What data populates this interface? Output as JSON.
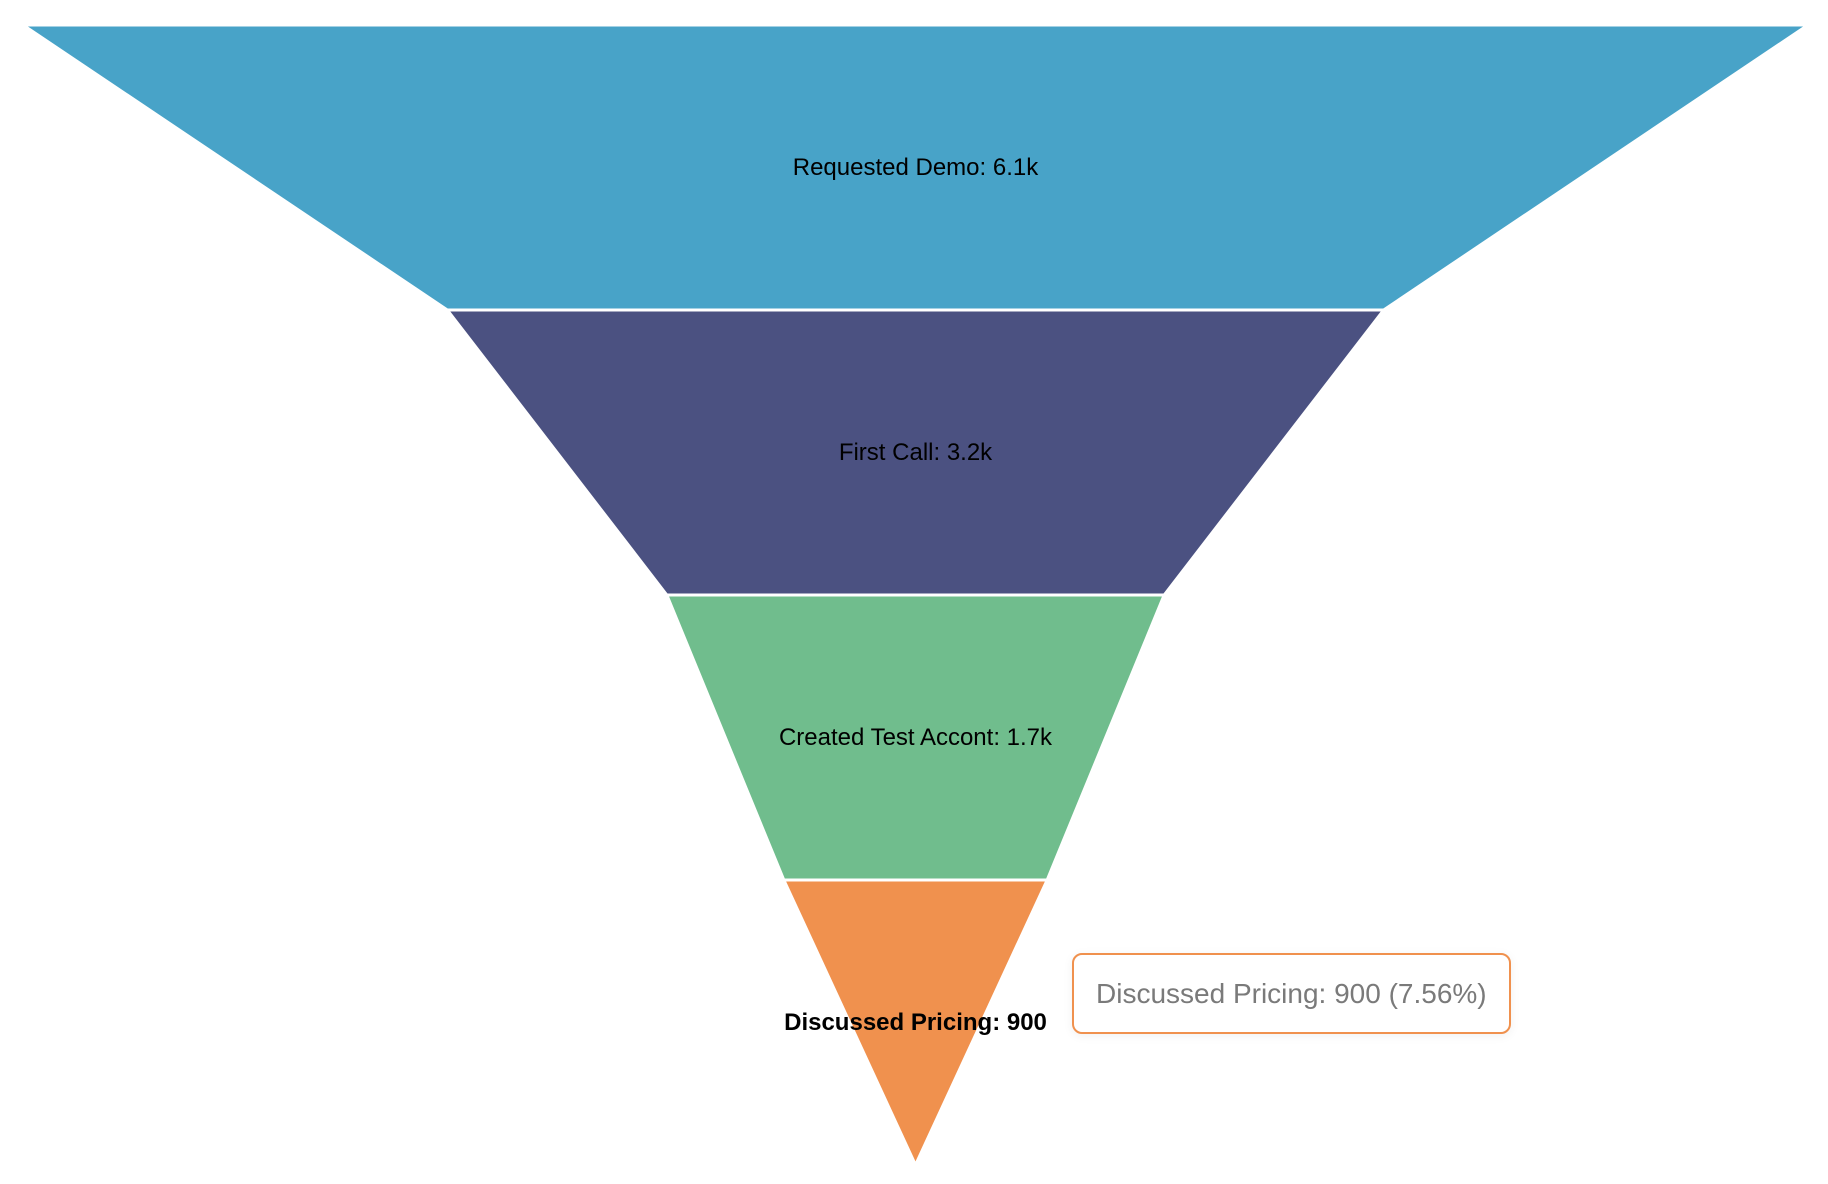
{
  "chart_data": {
    "type": "funnel",
    "title": "",
    "orientation": "inverted-pyramid",
    "sort": "descending-top-to-bottom",
    "max_value": 6100,
    "min_width_ratio": 0,
    "label_position": "inside-center",
    "label_color": "#000000",
    "separator_color": "#ffffff",
    "background_color": "#ffffff",
    "legend": "none",
    "grid": "off",
    "stages": [
      {
        "name": "Requested Demo",
        "value": 6100,
        "display_value": "6.1k",
        "label": "Requested Demo: 6.1k",
        "color": "#48a3c8",
        "emphasized": false
      },
      {
        "name": "First Call",
        "value": 3200,
        "display_value": "3.2k",
        "label": "First Call: 3.2k",
        "color": "#4b5181",
        "emphasized": false
      },
      {
        "name": "Created Test Accont",
        "value": 1700,
        "display_value": "1.7k",
        "label": "Created Test Accont: 1.7k",
        "color": "#70bd8d",
        "emphasized": false
      },
      {
        "name": "Discussed Pricing",
        "value": 900,
        "display_value": "900",
        "label": "Discussed Pricing: 900",
        "color": "#f0914e",
        "emphasized": true
      }
    ]
  },
  "tooltip": {
    "text": "Discussed Pricing: 900 (7.56%)",
    "stage": "Discussed Pricing",
    "value": 900,
    "percent": "7.56%",
    "text_color": "#7a7a7a",
    "border_color": "#f0914e",
    "background": "#ffffff"
  }
}
